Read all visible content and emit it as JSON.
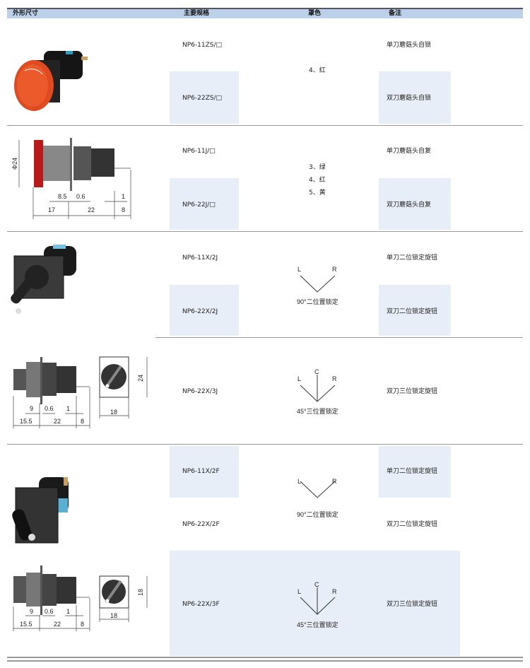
{
  "header": {
    "col_outline": "外形尺寸",
    "col_spec": "主要规格",
    "col_color": "罩色",
    "col_note": "备注"
  },
  "rows": [
    {
      "spec": "NP6-11ZS/□",
      "note": "单刀蘑菇头自锁"
    },
    {
      "spec": "NP6-22ZS/□",
      "note": "双刀蘑菇头自锁"
    },
    {
      "spec": "NP6-11J/□",
      "note": "单刀蘑菇头自复"
    },
    {
      "spec": "NP6-22J/□",
      "note": "双刀蘑菇头自复"
    },
    {
      "spec": "NP6-11X/2J",
      "note": "单刀二位锁定旋钮"
    },
    {
      "spec": "NP6-22X/2J",
      "note": "双刀二位锁定旋钮"
    },
    {
      "spec": "NP6-22X/3J",
      "note": "双刀三位锁定旋钮"
    },
    {
      "spec": "NP6-11X/2F",
      "note": "单刀二位锁定旋钮"
    },
    {
      "spec": "NP6-22X/2F",
      "note": "双刀二位锁定旋钮"
    },
    {
      "spec": "NP6-22X/3F",
      "note": "双刀三位锁定旋钮"
    }
  ],
  "colors": {
    "group1": [
      "4、红"
    ],
    "group2": [
      "3、绿",
      "4、红",
      "5、黄"
    ]
  },
  "positions": {
    "L": "L",
    "C": "C",
    "R": "R",
    "two_pos_label": "90°二位置锁定",
    "three_pos_label": "45°三位置锁定"
  },
  "dims": {
    "mushroom": {
      "dia": "Φ24",
      "a": "8.5",
      "b": "0.6",
      "c": "1",
      "d": "17",
      "e": "22",
      "f": "8"
    },
    "rotary_j": {
      "a": "9",
      "b": "0.6",
      "c": "1",
      "d": "15.5",
      "e": "22",
      "f": "8",
      "h": "24",
      "w": "18"
    },
    "rotary_f": {
      "a": "9",
      "b": "0.6",
      "c": "1",
      "d": "15.5",
      "e": "22",
      "f": "8",
      "h": "18",
      "w": "18"
    }
  },
  "accent": {
    "header_bg": "#bcd0ea",
    "shade": "#e8eef8"
  }
}
